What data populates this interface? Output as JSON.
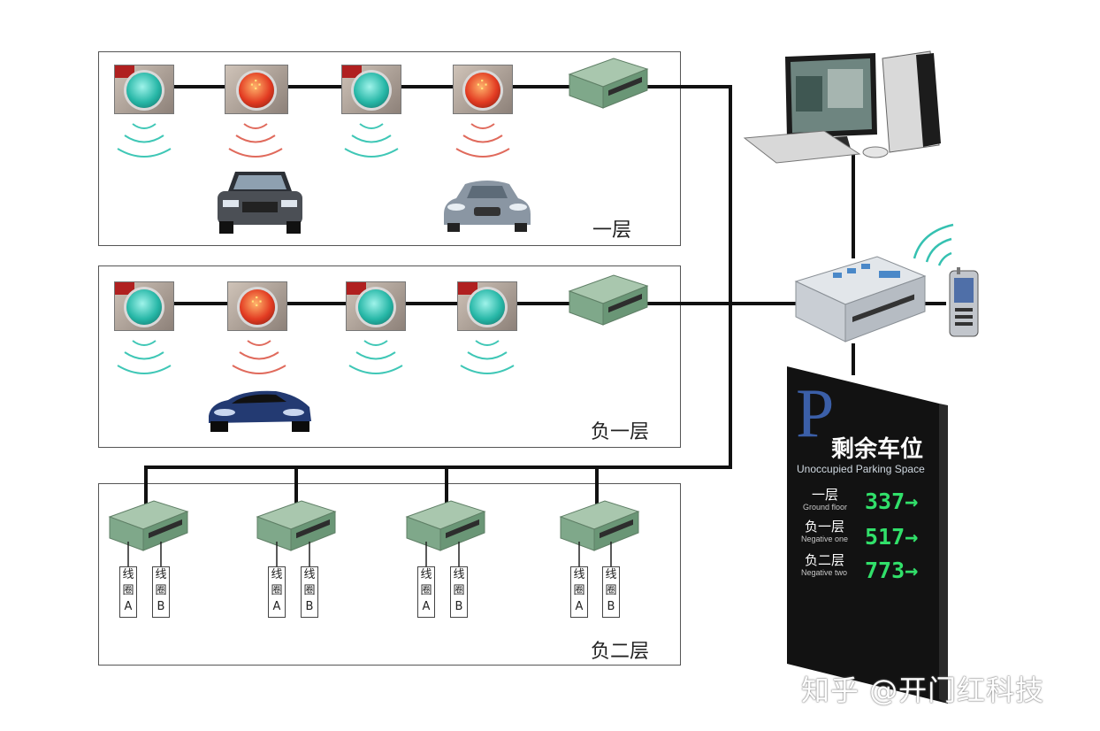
{
  "floors": [
    {
      "label": "一层"
    },
    {
      "label": "负一层"
    },
    {
      "label": "负二层"
    }
  ],
  "coils": {
    "a_label": [
      "线",
      "圈",
      "A"
    ],
    "b_label": [
      "线",
      "圈",
      "B"
    ]
  },
  "sign": {
    "logo_letter": "P",
    "title": "剩余车位",
    "subtitle": "Unoccupied Parking Space",
    "rows": [
      {
        "label": "一层",
        "english": "Ground floor",
        "count": "337→"
      },
      {
        "label": "负一层",
        "english": "Negative one",
        "count": "517→"
      },
      {
        "label": "负二层",
        "english": "Negative two",
        "count": "773→"
      }
    ]
  },
  "watermark": "知乎 @开门红科技",
  "colors": {
    "sensor_free": "#27b7a7",
    "sensor_occupied": "#e23b22",
    "wave_free": "#3fc7b6",
    "wave_occupied": "#e06a5c",
    "module": "#7fa88a",
    "count_text": "#31e06a",
    "sign_bg": "#111111"
  }
}
